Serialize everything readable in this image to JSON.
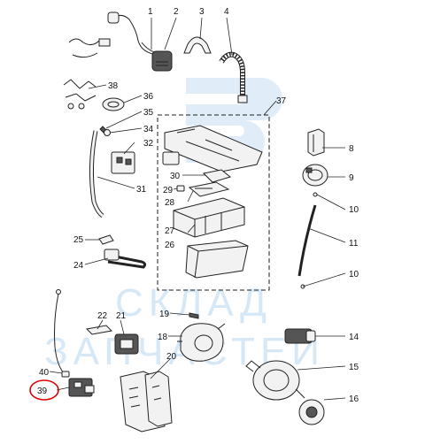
{
  "labels": {
    "p1": "1",
    "p2": "2",
    "p3": "3",
    "p4": "4",
    "p8": "8",
    "p9": "9",
    "p10a": "10",
    "p10b": "10",
    "p11": "11",
    "p14": "14",
    "p15": "15",
    "p16": "16",
    "p18": "18",
    "p19": "19",
    "p20": "20",
    "p21": "21",
    "p22": "22",
    "p24": "24",
    "p25": "25",
    "p26": "26",
    "p27": "27",
    "p28": "28",
    "p29": "29",
    "p30": "30",
    "p31": "31",
    "p32": "32",
    "p34": "34",
    "p35": "35",
    "p36": "36",
    "p37": "37",
    "p38": "38",
    "p39": "39",
    "p40": "40"
  },
  "watermark": {
    "line1": "СКЛАД",
    "line2": "ЗАПЧАСТЕЙ"
  },
  "colors": {
    "watermark": "#d6e7f6",
    "highlight": "#e00000",
    "ink": "#222222"
  }
}
